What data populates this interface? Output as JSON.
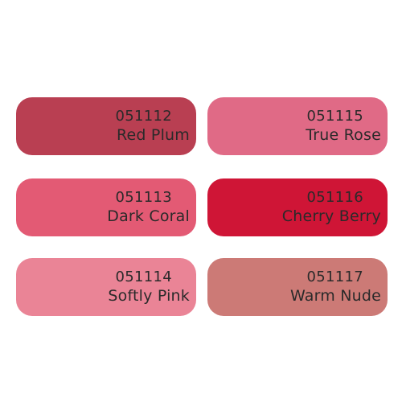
{
  "swatches": [
    {
      "code": "051112",
      "name": "Red Plum",
      "color": "#b93f52"
    },
    {
      "code": "051115",
      "name": "True Rose",
      "color": "#e06a86"
    },
    {
      "code": "051113",
      "name": "Dark Coral",
      "color": "#e35a74"
    },
    {
      "code": "051116",
      "name": "Cherry Berry",
      "color": "#cf1536"
    },
    {
      "code": "051114",
      "name": "Softly Pink",
      "color": "#ea8496"
    },
    {
      "code": "051117",
      "name": "Warm Nude",
      "color": "#cc7a76"
    }
  ]
}
